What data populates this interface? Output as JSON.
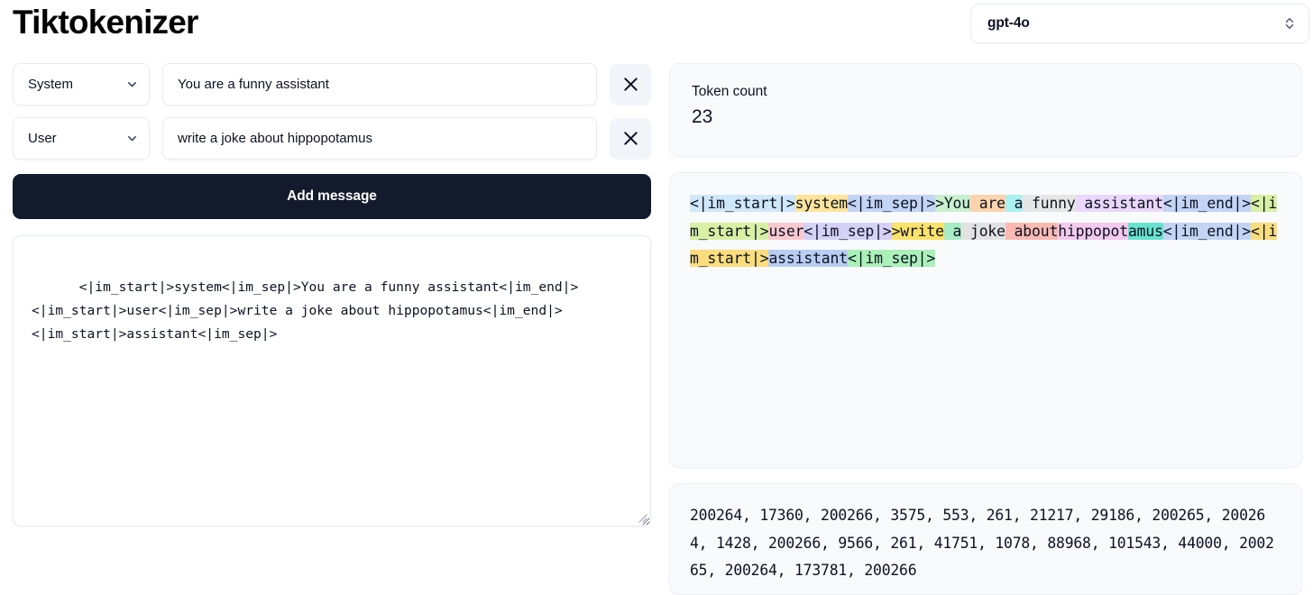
{
  "app": {
    "title": "Tiktokenizer"
  },
  "header": {
    "model_select": {
      "value": "gpt-4o",
      "icon": "chevron-up-down-icon"
    }
  },
  "messages": [
    {
      "role": "System",
      "role_icon": "chevron-down-icon",
      "content": "You are a funny assistant",
      "remove_icon": "close-icon"
    },
    {
      "role": "User",
      "role_icon": "chevron-down-icon",
      "content": "write a joke about hippopotamus",
      "remove_icon": "close-icon"
    }
  ],
  "actions": {
    "add_message_label": "Add message"
  },
  "prompt": {
    "value": "<|im_start|>system<|im_sep|>You are a funny assistant<|im_end|><|im_start|>user<|im_sep|>write a joke about hippopotamus<|im_end|><|im_start|>assistant<|im_sep|>",
    "resize_icon": "resize-grip-icon"
  },
  "token_count": {
    "label": "Token count",
    "value": "23"
  },
  "tokenized": {
    "tokens": [
      {
        "text": "<|im_start|>",
        "color": "#cfe7fb"
      },
      {
        "text": "system",
        "color": "#fde49a"
      },
      {
        "text": "<|im_sep|>",
        "color": "#c3d4f5"
      },
      {
        "text": ">You",
        "color": "#c8f0cf"
      },
      {
        "text": " are",
        "color": "#fbd4ad"
      },
      {
        "text": " a",
        "color": "#aaf0f0"
      },
      {
        "text": " funny",
        "color": "#e6e6e6"
      },
      {
        "text": " assistant",
        "color": "#ead7fb"
      },
      {
        "text": "<|im_end|>",
        "color": "#c3d4f5"
      },
      {
        "text": "<|im_start|>",
        "color": "#d8f0a4"
      },
      {
        "text": "user",
        "color": "#fbc9d0"
      },
      {
        "text": "<|im_sep|>",
        "color": "#d6d1f7"
      },
      {
        "text": ">write",
        "color": "#fbe26a"
      },
      {
        "text": " a",
        "color": "#a8ecc3"
      },
      {
        "text": " joke",
        "color": "#e2e2e2"
      },
      {
        "text": " about",
        "color": "#fbb9b2"
      },
      {
        "text": "hippopot",
        "color": "#f3c9ee"
      },
      {
        "text": "amus",
        "color": "#66e3cf"
      },
      {
        "text": "<|im_end|>",
        "color": "#c3d4f5"
      },
      {
        "text": "<|im_start|>",
        "color": "#fbdd7e"
      },
      {
        "text": "assistant",
        "color": "#b9cdf2"
      },
      {
        "text": "<|im_sep|>",
        "color": "#abf0b8"
      }
    ]
  },
  "token_ids": {
    "value": "200264, 17360, 200266, 3575, 553, 261, 21217, 29186, 200265, 200264, 1428, 200266, 9566, 261, 41751, 1078, 88968, 101543, 44000, 200265, 200264, 173781, 200266"
  },
  "colors": {
    "accent_dark": "#131a2b",
    "panel_bg": "#f9fafc",
    "border": "#e7ebf1",
    "text": "#0b1221"
  }
}
